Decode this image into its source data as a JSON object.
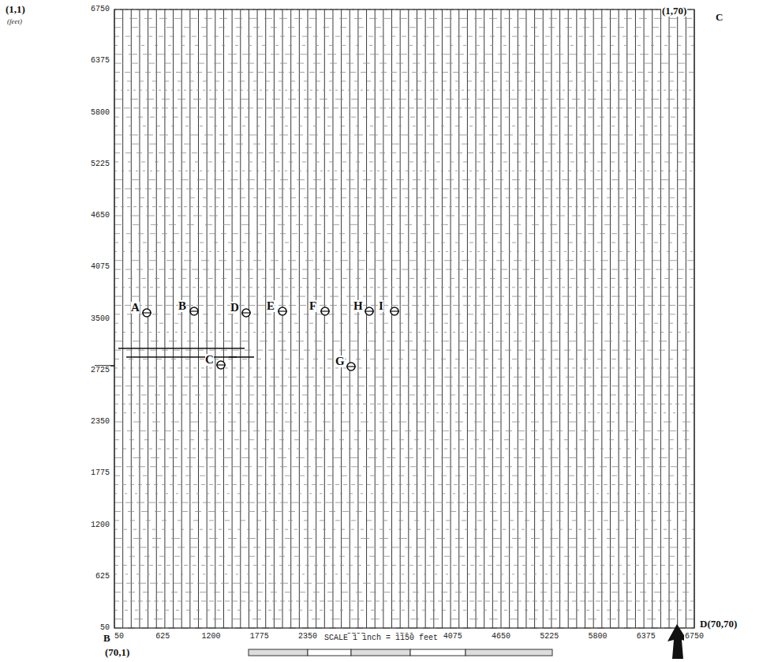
{
  "diagram": {
    "labels": [
      "(1,1)",
      "(feet)",
      "A",
      "(1,70)",
      "C",
      "6750",
      "6375",
      "5800",
      "5225",
      "4650",
      "4075",
      "3500",
      "2725",
      "2350",
      "1775",
      "1200",
      "625",
      "50",
      "B",
      "50",
      "625",
      "1200",
      "1775",
      "2350",
      "2725",
      "3500",
      "4075",
      "4650",
      "5225",
      "5800",
      "6375",
      "6750",
      "(70,1)",
      "D(70,70)",
      "SCALE 1 inch = 1150 feet",
      "A",
      "B",
      "C",
      "D",
      "E",
      "F",
      "G",
      "H",
      "I"
    ]
  }
}
